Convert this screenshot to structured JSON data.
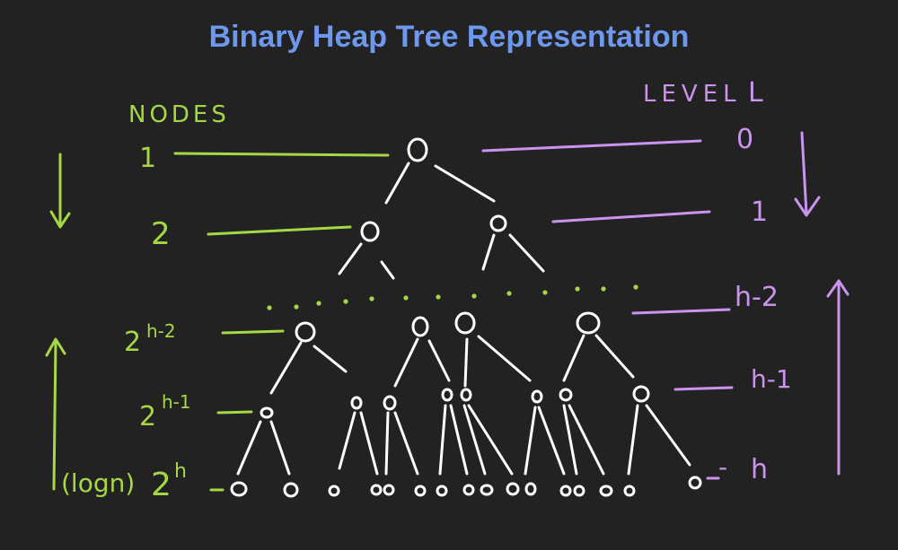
{
  "title": "Binary Heap Tree Representation",
  "colors": {
    "background": "#222222",
    "title": "#6e98ee",
    "nodes": "#a6d744",
    "level": "#c993ee",
    "tree": "#ffffff"
  },
  "nodes_header": "NODES",
  "level_header": "LEVEL",
  "nodes_labels": {
    "row0": "1",
    "row1": "2",
    "row_h2_base": "2",
    "row_h2_exp": "h-2",
    "row_h1_base": "2",
    "row_h1_exp": "h-1",
    "row_h_prefix": "(logn)",
    "row_h_base": "2",
    "row_h_exp": "h"
  },
  "level_labels": {
    "row0": "0",
    "row1": "1",
    "row_h2": "h-2",
    "row_h1": "h-1",
    "row_h": "h"
  }
}
